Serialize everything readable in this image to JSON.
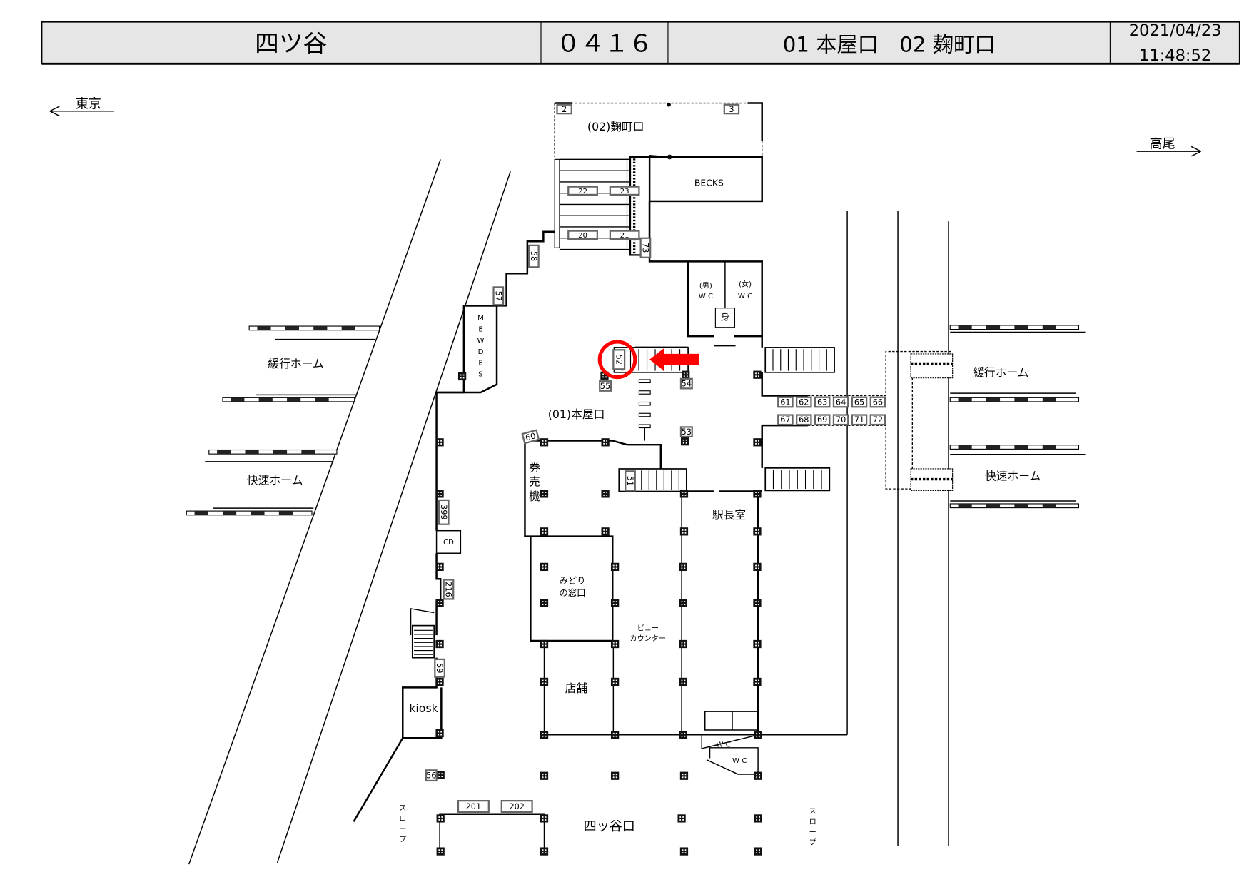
{
  "header": {
    "station": "四ツ谷",
    "code": "０４１６",
    "exits": "01 本屋口　02 麹町口",
    "date": "2021/04/23",
    "time": "11:48:52"
  },
  "directions": {
    "left": "東京",
    "right": "高尾"
  },
  "labels": {
    "kojimachi_exit": "(02)麹町口",
    "becks": "BECKS",
    "wc_men": "(男)",
    "wc_women": "(女)",
    "wc": "W C",
    "accessible": "身",
    "mewdes": [
      "M",
      "E",
      "W",
      "D",
      "E",
      "S"
    ],
    "honya_exit": "(01)本屋口",
    "ticket_machine": [
      "券",
      "売",
      "機"
    ],
    "station_master": "駅長室",
    "midori1": "みどり",
    "midori2": "の窓口",
    "view1": "ビュー",
    "view2": "カウンター",
    "shop": "店舗",
    "kiosk": "kiosk",
    "cd": "CD",
    "yotsuya_exit": "四ッ谷口",
    "slope": [
      "ス",
      "ロ",
      "ー",
      "プ"
    ],
    "local_platform": "緩行ホーム",
    "rapid_platform": "快速ホーム"
  },
  "signs": [
    "2",
    "3",
    "22",
    "23",
    "20",
    "21",
    "73",
    "58",
    "57",
    "52",
    "55",
    "54",
    "53",
    "60",
    "51",
    "399",
    "216",
    "59",
    "56",
    "201",
    "202",
    "61",
    "62",
    "63",
    "64",
    "65",
    "66",
    "67",
    "68",
    "69",
    "70",
    "71",
    "72"
  ],
  "highlight": {
    "sign": "52",
    "color": "#ff0000"
  }
}
